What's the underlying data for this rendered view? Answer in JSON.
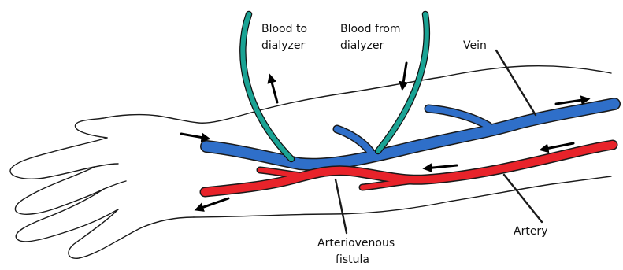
{
  "colors": {
    "vein": "#2f6fc9",
    "artery": "#e8232a",
    "tube": "#1aa394",
    "outline": "#1a1a1a"
  },
  "labels": {
    "blood_to_line1": "Blood to",
    "blood_to_line2": "dialyzer",
    "blood_from_line1": "Blood from",
    "blood_from_line2": "dialyzer",
    "vein": "Vein",
    "artery": "Artery",
    "fistula_line1": "Arteriovenous",
    "fistula_line2": "fistula"
  }
}
